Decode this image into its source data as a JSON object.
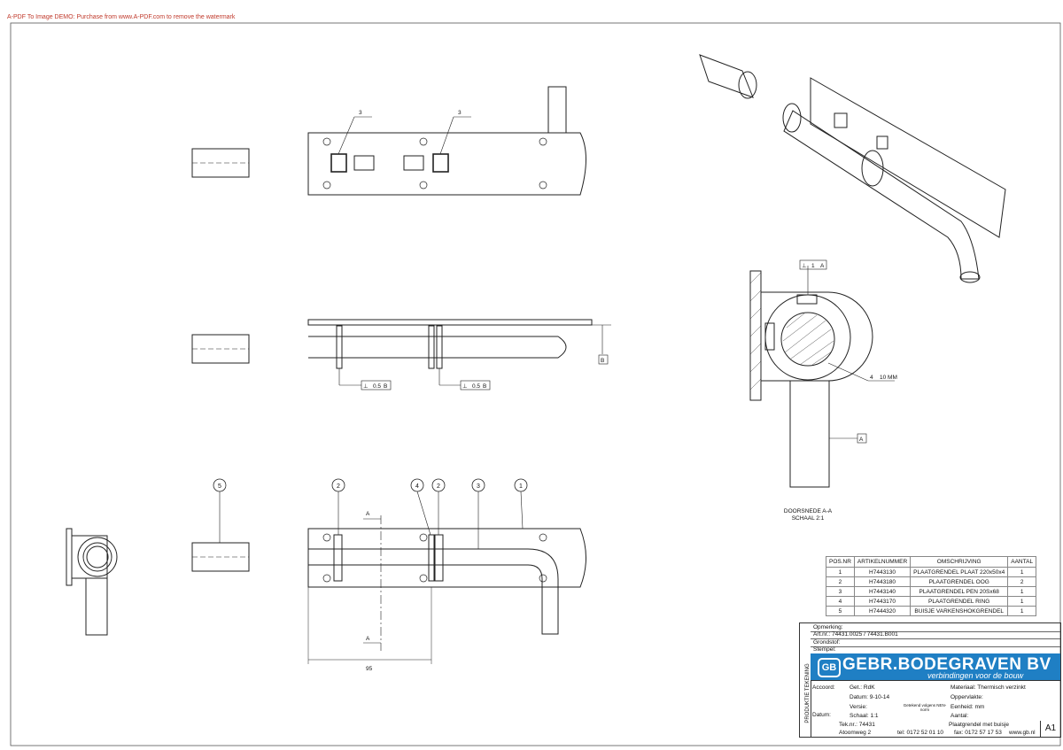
{
  "watermark": "A-PDF To Image DEMO: Purchase from www.A-PDF.com to remove the watermark",
  "annotations": {
    "weld_size_top": "3",
    "perp_tol_1": "0.5",
    "perp_tol_2": "0.5",
    "datum_b": "B",
    "datum_a": "A",
    "weld_section": "4",
    "weld_section_len": "10 MM",
    "dim_95": "95",
    "section_mark": "A",
    "section_title": "DOORSNEDE A-A",
    "section_scale": "SCHAAL 2:1"
  },
  "balloons": [
    "5",
    "2",
    "4",
    "2",
    "3",
    "1"
  ],
  "bom": {
    "headers": [
      "POS.NR",
      "ARTIKELNUMMER",
      "OMSCHRIJVING",
      "AANTAL"
    ],
    "rows": [
      [
        "1",
        "H7443130",
        "PLAATGRENDEL PLAAT 220x50x4",
        "1"
      ],
      [
        "2",
        "H7443180",
        "PLAATGRENDEL OOG",
        "2"
      ],
      [
        "3",
        "H7443140",
        "PLAATGRENDEL PEN 20Sx68",
        "1"
      ],
      [
        "4",
        "H7443170",
        "PLAATGRENDEL RING",
        "1"
      ],
      [
        "5",
        "H7444320",
        "BUISJE VARKENSHOKGRENDEL",
        "1"
      ]
    ]
  },
  "title_block": {
    "opmerking": "Opmerking:",
    "artnr": "Art.nr.: 74431.0025 / 74431.B001",
    "grondstof": "Grondstof:",
    "stempel": "Stempel:",
    "vertical_label": "PRODUKTIE TEKENING",
    "company_badge": "GB",
    "company": "GEBR.BODEGRAVEN BV",
    "tagline": "verbindingen voor de bouw",
    "accoord": "Accoord:",
    "get": "Get.: RdK",
    "datum": "Datum: 9-10-14",
    "versie": "Versie:",
    "datum2": "Datum:",
    "schaal": "Schaal: 1:1",
    "teknr": "Tek.nr.: 74431",
    "nen_note": "Getekend volgens NEN-norm",
    "materiaal": "Materiaal: Thermisch verzinkt",
    "oppervlakte": "Oppervlakte:",
    "eenheid": "Eenheid: mm",
    "aantal": "Aantal:",
    "omschrijving": "Plaatgrendel met buisje",
    "address": "Atoomweg 2",
    "tel": "tel: 0172 52 01 10",
    "fax": "fax: 0172 57 17 53",
    "web": "www.gb.nl",
    "sheet": "A1"
  }
}
